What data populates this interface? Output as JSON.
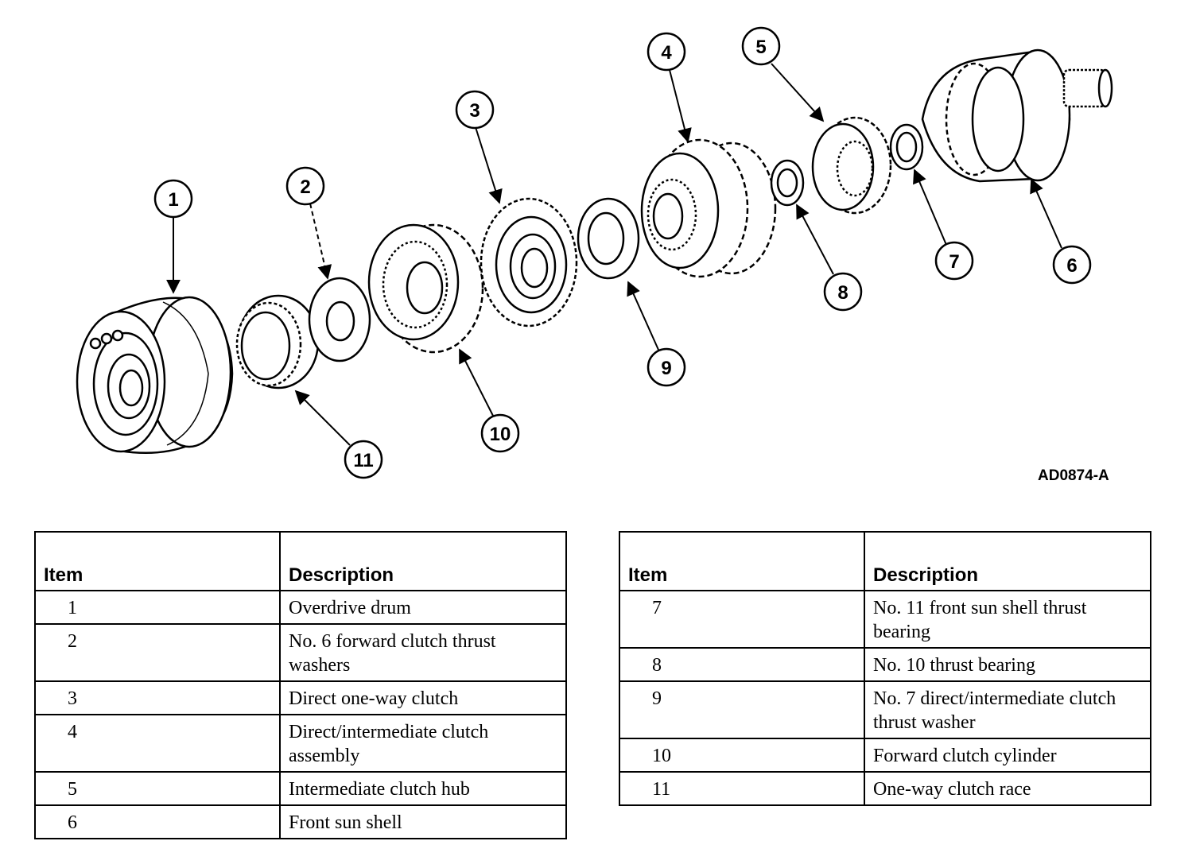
{
  "figure": {
    "code": "AD0874-A",
    "callouts": [
      "1",
      "2",
      "3",
      "4",
      "5",
      "6",
      "7",
      "8",
      "9",
      "10",
      "11"
    ]
  },
  "tables": {
    "left": {
      "headers": {
        "item": "Item",
        "description": "Description"
      },
      "rows": [
        {
          "item": "1",
          "description": "Overdrive drum"
        },
        {
          "item": "2",
          "description": "No. 6 forward clutch thrust washers"
        },
        {
          "item": "3",
          "description": "Direct one-way clutch"
        },
        {
          "item": "4",
          "description": "Direct/intermediate clutch assembly"
        },
        {
          "item": "5",
          "description": "Intermediate clutch hub"
        },
        {
          "item": "6",
          "description": "Front sun shell"
        }
      ]
    },
    "right": {
      "headers": {
        "item": "Item",
        "description": "Description"
      },
      "rows": [
        {
          "item": "7",
          "description": "No. 11 front sun shell thrust bearing"
        },
        {
          "item": "8",
          "description": "No. 10 thrust bearing"
        },
        {
          "item": "9",
          "description": "No. 7 direct/intermediate clutch thrust washer"
        },
        {
          "item": "10",
          "description": "Forward clutch cylinder"
        },
        {
          "item": "11",
          "description": "One-way clutch race"
        }
      ]
    }
  }
}
